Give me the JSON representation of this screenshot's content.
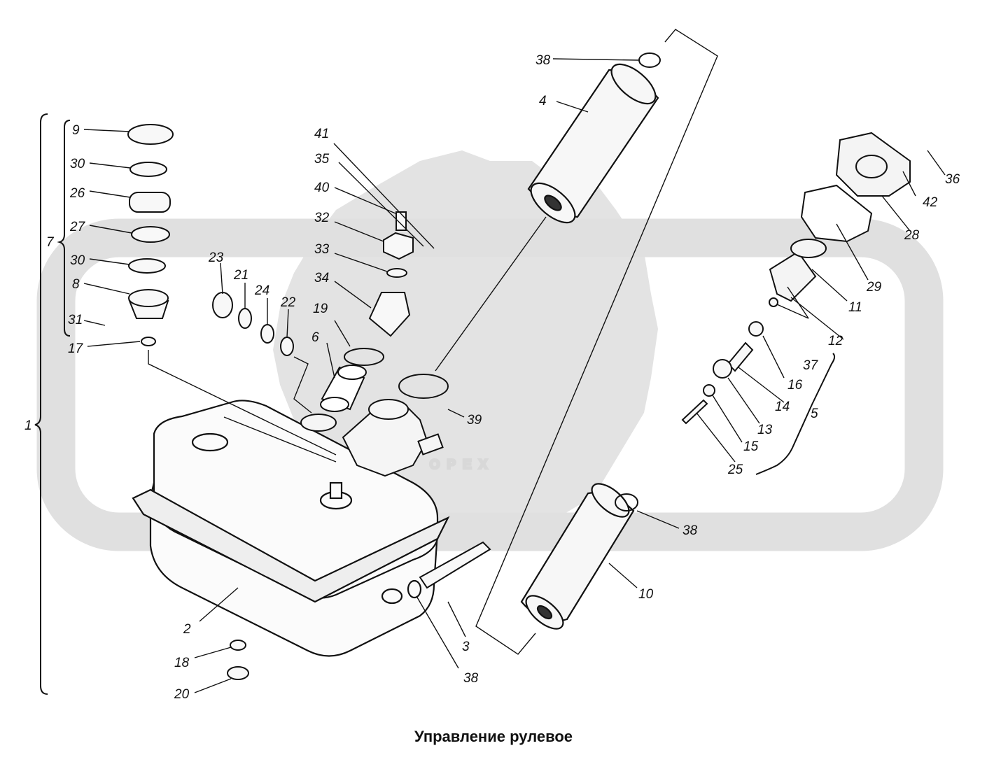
{
  "caption": "Управление рулевое",
  "watermark": "OPEX",
  "callouts": [
    {
      "id": "c1",
      "label": "1"
    },
    {
      "id": "c2",
      "label": "2"
    },
    {
      "id": "c3",
      "label": "3"
    },
    {
      "id": "c4",
      "label": "4"
    },
    {
      "id": "c5",
      "label": "5"
    },
    {
      "id": "c6",
      "label": "6"
    },
    {
      "id": "c7",
      "label": "7"
    },
    {
      "id": "c8",
      "label": "8"
    },
    {
      "id": "c9",
      "label": "9"
    },
    {
      "id": "c10",
      "label": "10"
    },
    {
      "id": "c11",
      "label": "11"
    },
    {
      "id": "c12",
      "label": "12"
    },
    {
      "id": "c13",
      "label": "13"
    },
    {
      "id": "c14",
      "label": "14"
    },
    {
      "id": "c15",
      "label": "15"
    },
    {
      "id": "c16",
      "label": "16"
    },
    {
      "id": "c17",
      "label": "17"
    },
    {
      "id": "c18",
      "label": "18"
    },
    {
      "id": "c19",
      "label": "19"
    },
    {
      "id": "c20",
      "label": "20"
    },
    {
      "id": "c21",
      "label": "21"
    },
    {
      "id": "c22",
      "label": "22"
    },
    {
      "id": "c23",
      "label": "23"
    },
    {
      "id": "c24",
      "label": "24"
    },
    {
      "id": "c25",
      "label": "25"
    },
    {
      "id": "c26",
      "label": "26"
    },
    {
      "id": "c27",
      "label": "27"
    },
    {
      "id": "c28",
      "label": "28"
    },
    {
      "id": "c29",
      "label": "29"
    },
    {
      "id": "c30a",
      "label": "30"
    },
    {
      "id": "c30b",
      "label": "30"
    },
    {
      "id": "c31",
      "label": "31"
    },
    {
      "id": "c32",
      "label": "32"
    },
    {
      "id": "c33",
      "label": "33"
    },
    {
      "id": "c34",
      "label": "34"
    },
    {
      "id": "c35",
      "label": "35"
    },
    {
      "id": "c36",
      "label": "36"
    },
    {
      "id": "c37",
      "label": "37"
    },
    {
      "id": "c38a",
      "label": "38"
    },
    {
      "id": "c38b",
      "label": "38"
    },
    {
      "id": "c38c",
      "label": "38"
    },
    {
      "id": "c39",
      "label": "39"
    },
    {
      "id": "c40",
      "label": "40"
    },
    {
      "id": "c41",
      "label": "41"
    },
    {
      "id": "c42",
      "label": "42"
    }
  ]
}
